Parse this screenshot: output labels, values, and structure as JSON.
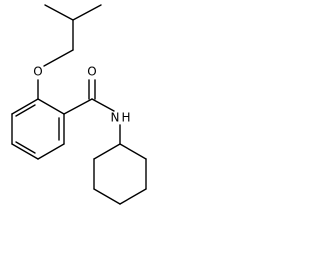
{
  "molecule": {
    "atom_labels": {
      "oxygen_ether": "O",
      "oxygen_carbonyl": "O",
      "nitrogen_amide": "N",
      "hydrogen_amide": "H"
    }
  },
  "colors": {
    "bond": "#000000",
    "background": "#ffffff"
  }
}
